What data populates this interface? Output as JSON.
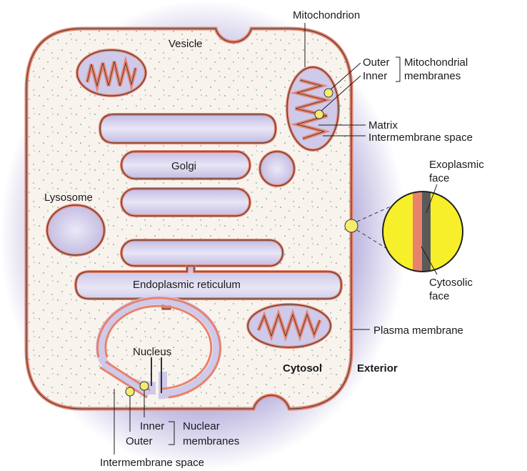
{
  "labels": {
    "mitochondrion": "Mitochondrion",
    "vesicle": "Vesicle",
    "outer": "Outer",
    "inner": "Inner",
    "mito_membranes_1": "Mitochondrial",
    "mito_membranes_2": "membranes",
    "matrix": "Matrix",
    "mito_intermembrane": "Intermembrane space",
    "exoplasmic_1": "Exoplasmic",
    "exoplasmic_2": "face",
    "golgi": "Golgi",
    "lysosome": "Lysosome",
    "er": "Endoplasmic reticulum",
    "cytosolic_1": "Cytosolic",
    "cytosolic_2": "face",
    "plasma_membrane": "Plasma membrane",
    "nucleus": "Nucleus",
    "cytosol": "Cytosol",
    "exterior": "Exterior",
    "nuc_inner": "Inner",
    "nuc_outer": "Outer",
    "nuc_membranes_1": "Nuclear",
    "nuc_membranes_2": "membranes",
    "nuc_intermembrane": "Intermembrane space"
  },
  "colors": {
    "exterior_glow": "#b9b2de",
    "cytosol": "#f9f3ee",
    "membrane": "#e8826c",
    "lumen": "#cfc9ea",
    "inset_yellow": "#f7ef2a",
    "dots": "#3f8a63"
  }
}
